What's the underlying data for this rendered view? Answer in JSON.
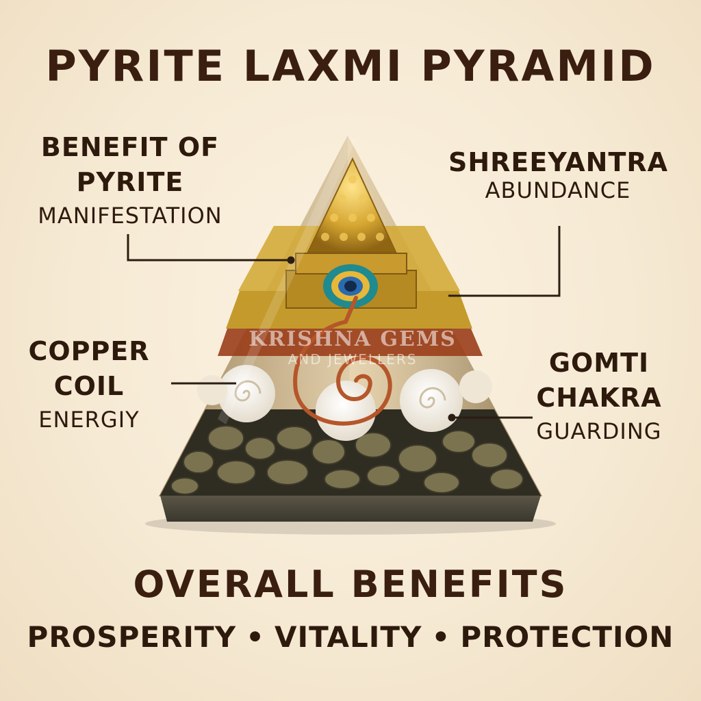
{
  "title": "PYRITE LAXMI PYRAMID",
  "callouts": {
    "pyrite": {
      "head_line1": "BENEFIT OF",
      "head_line2": "PYRITE",
      "sub": "MANIFESTATION"
    },
    "shreeyantra": {
      "head": "SHREEYANTRA",
      "sub": "ABUNDANCE"
    },
    "copper": {
      "head_line1": "COPPER",
      "head_line2": "COIL",
      "sub": "ENERGIY"
    },
    "gomti": {
      "head_line1": "GOMTI",
      "head_line2": "CHAKRA",
      "sub": "GUARDING"
    }
  },
  "watermark": {
    "main": "KRISHNA GEMS",
    "sub": "AND JEWELLERS"
  },
  "overall": {
    "heading": "OVERALL BENEFITS",
    "items": [
      "PROSPERITY",
      "VITALITY",
      "PROTECTION"
    ],
    "separator": "•"
  },
  "colors": {
    "background": "#f6ead4",
    "text": "#2e1a0d",
    "gold": "#c99a2e",
    "copper": "#b5562a",
    "pyrite_stone": "#6b6446"
  }
}
